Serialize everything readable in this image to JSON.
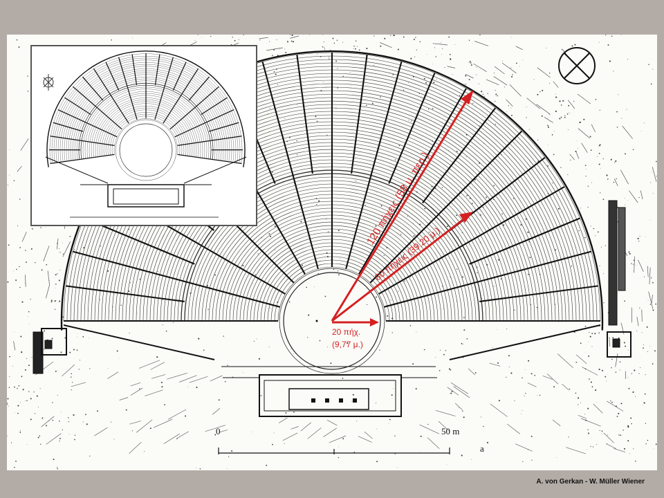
{
  "plan": {
    "scale_zero": "0",
    "scale_end": "50 m",
    "figure_letter": "a"
  },
  "annotations": {
    "outer_radius": "120 πήχεις (58 μ. περ.)",
    "middle_radius": "80 πήχεις (39,20 μ.)",
    "inner_radius_line1": "20 πήχ.",
    "inner_radius_line2": "(9,77 μ.)",
    "color": "#d42020"
  },
  "credit": "A. von Gerkan - W. Müller  Wiener"
}
